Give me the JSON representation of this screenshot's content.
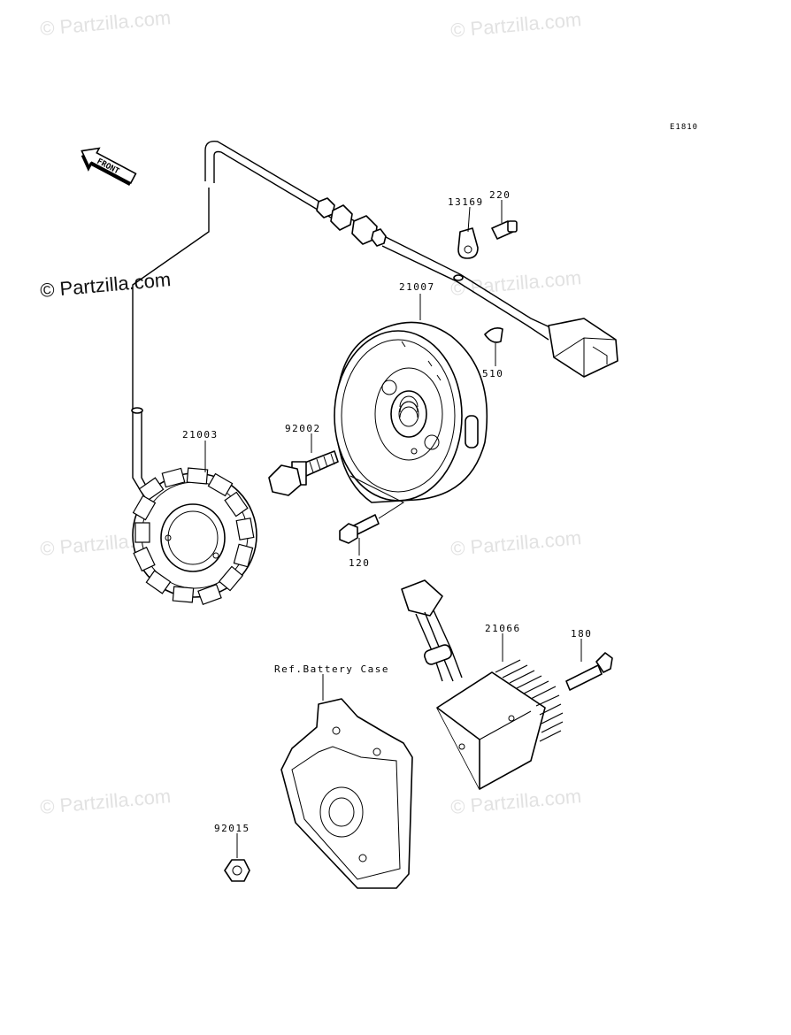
{
  "diagram_code": "E1810",
  "front_label": "FRONT",
  "watermark": "© Partzilla.com",
  "watermark_main": "© Partzilla.com",
  "parts": [
    {
      "number": "13169"
    },
    {
      "number": "220"
    },
    {
      "number": "21007"
    },
    {
      "number": "510"
    },
    {
      "number": "92002"
    },
    {
      "number": "21003"
    },
    {
      "number": "120"
    },
    {
      "number": "21066"
    },
    {
      "number": "180"
    },
    {
      "number": "92015"
    }
  ],
  "reference_label": "Ref.Battery Case"
}
